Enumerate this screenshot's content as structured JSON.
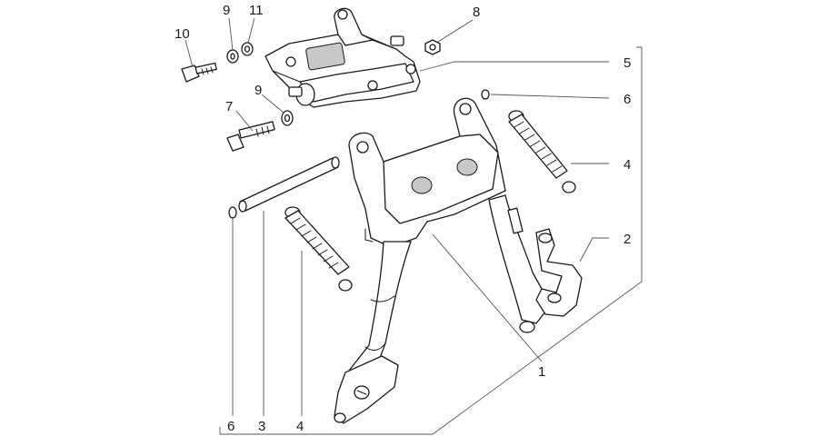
{
  "callouts": {
    "c10": "10",
    "c9a": "9",
    "c11": "11",
    "c8": "8",
    "c5": "5",
    "c9b": "9",
    "c7": "7",
    "c6a": "6",
    "c4a": "4",
    "c2": "2",
    "c1": "1",
    "c6b": "6",
    "c3": "3",
    "c4b": "4"
  }
}
